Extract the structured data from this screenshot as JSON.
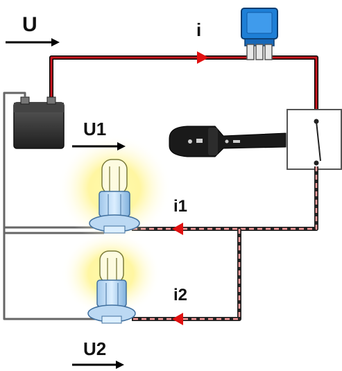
{
  "labels": {
    "source_voltage": "U",
    "source_current": "i",
    "lamp1_voltage": "U1",
    "lamp1_current": "i1",
    "lamp2_voltage": "U2",
    "lamp2_current": "i2"
  },
  "colors": {
    "feed_wire": "#c8141e",
    "return_wire_dash": "#e86a6a",
    "wire_grey": "#666666",
    "fuse_blue": "#1e7fd6",
    "lamp_glow": "#fff27a",
    "battery_dark": "#2b2b2b",
    "stalk_black": "#1a1a1a"
  }
}
